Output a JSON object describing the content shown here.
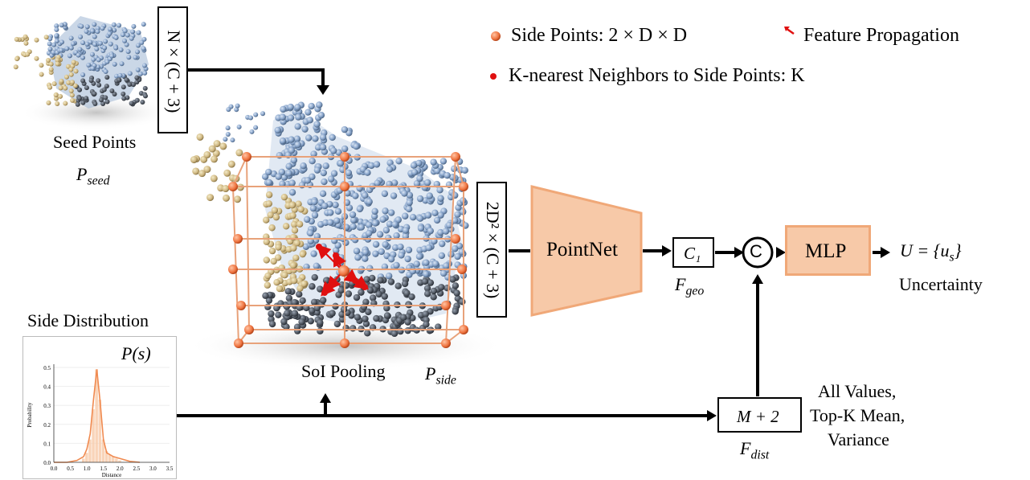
{
  "legend": {
    "side_points": "Side Points: 2 × D × D",
    "feature_propagation": "Feature Propagation",
    "knn": "K-nearest Neighbors to Side Points: K"
  },
  "seed": {
    "title": "Seed Points",
    "symbol": "P_seed",
    "shape_box": "N × (C + 3)"
  },
  "side": {
    "title": "Side Distribution",
    "symbol": "P(s)"
  },
  "pooling": {
    "label": "SoI Pooling",
    "symbol": "P_side",
    "shape_box": "2D² × (C + 3)"
  },
  "pointnet": {
    "label": "PointNet"
  },
  "geo": {
    "box": "C₁",
    "symbol": "F_geo"
  },
  "concat": {
    "glyph": "C"
  },
  "mlp": {
    "label": "MLP"
  },
  "output": {
    "symbol": "U = {u_s}",
    "caption": "Uncertainty"
  },
  "dist": {
    "box": "M + 2",
    "symbol": "F_dist",
    "notes": [
      "All Values,",
      "Top-K Mean,",
      "Variance"
    ]
  },
  "colors": {
    "orange_fill": "#f7c9a8",
    "orange_stroke": "#f0a878",
    "side_point": "#f07a45",
    "knn_point": "#e01010",
    "cube_line": "#e8a27a",
    "cloud_blue": "#8da9cf",
    "cloud_sand": "#d9c795"
  },
  "chart_data": {
    "type": "bar",
    "xlabel": "Distance",
    "ylabel": "Probability",
    "xticks": [
      "0.0",
      "0.5",
      "1.0",
      "1.5",
      "2.0",
      "2.5",
      "3.0",
      "3.5"
    ],
    "yticks": [
      "0.0",
      "0.1",
      "0.2",
      "0.3",
      "0.4",
      "0.5"
    ],
    "xlim": [
      0,
      3.5
    ],
    "ylim": [
      0,
      0.5
    ],
    "bins_x": [
      0.9,
      1.0,
      1.1,
      1.2,
      1.3,
      1.4,
      1.5,
      1.6,
      1.7,
      1.8,
      1.9,
      2.0
    ],
    "bins_y": [
      0.02,
      0.05,
      0.12,
      0.28,
      0.49,
      0.33,
      0.12,
      0.06,
      0.04,
      0.03,
      0.02,
      0.01
    ],
    "curve_x": [
      0,
      0.4,
      0.7,
      0.9,
      1.0,
      1.1,
      1.2,
      1.3,
      1.4,
      1.5,
      1.6,
      1.8,
      2.0,
      2.3,
      2.6
    ],
    "curve_y": [
      0,
      0,
      0.01,
      0.03,
      0.07,
      0.15,
      0.33,
      0.49,
      0.32,
      0.12,
      0.05,
      0.03,
      0.02,
      0.005,
      0
    ]
  }
}
